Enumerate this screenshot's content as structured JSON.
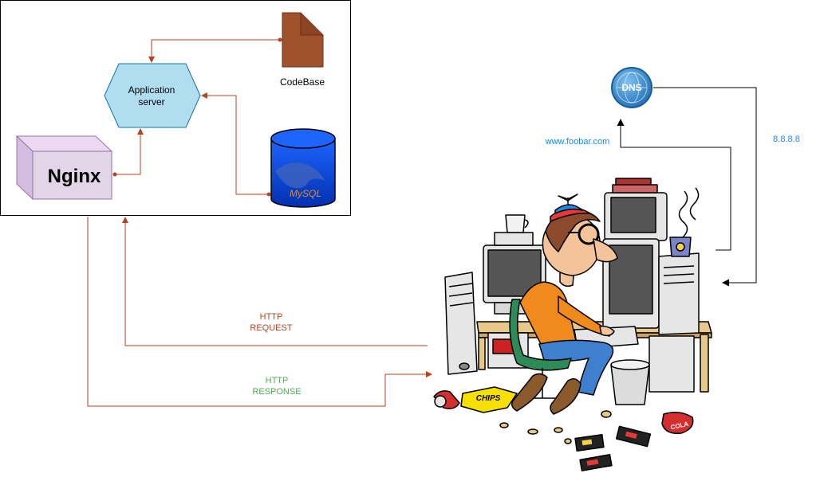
{
  "nodes": {
    "app_server": "Application\nserver",
    "codebase": "CodeBase",
    "nginx": "Nginx",
    "mysql_logo": "MySQL",
    "dns_logo": "DNS",
    "chips_logo": "CHIPS",
    "cola_logo": "COLA"
  },
  "edges": {
    "http_request": "HTTP\nREQUEST",
    "http_response": "HTTP\nRESPONSE",
    "dns_query": "www.foobar.com",
    "dns_answer": "8.8.8.8"
  },
  "colors": {
    "arrow_internal": "#b5441e",
    "request_text": "#b5441e",
    "response_text": "#4caf50",
    "dns_text": "#1e88e5",
    "app_server_fill": "#b1ddf0",
    "nginx_fill": "#e1d5e7",
    "codebase_fill": "#a0522d",
    "mysql_fill": "#0044ee",
    "dns_fill": "#3a86c8"
  },
  "icons": [
    "document-icon",
    "database-icon",
    "dns-icon",
    "developer-illustration"
  ]
}
